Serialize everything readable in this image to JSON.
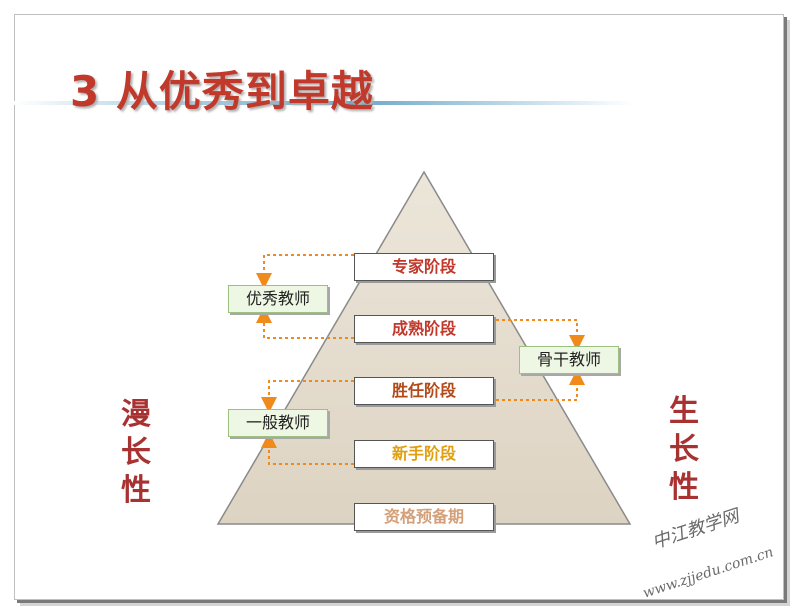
{
  "title": "3 从优秀到卓越",
  "stages": [
    {
      "label": "专家阶段",
      "color": "#c0392b"
    },
    {
      "label": "成熟阶段",
      "color": "#c0392b"
    },
    {
      "label": "胜任阶段",
      "color": "#b34a1a"
    },
    {
      "label": "新手阶段",
      "color": "#e0a010"
    },
    {
      "label": "资格预备期",
      "color": "#d4a07a"
    }
  ],
  "teachers": {
    "excellent": "优秀教师",
    "backbone": "骨干教师",
    "general": "一般教师"
  },
  "left_side": [
    "漫",
    "长",
    "性"
  ],
  "right_side": [
    "生",
    "长",
    "性"
  ],
  "watermark": {
    "line1": "中江教学网",
    "line2": "www.zjjedu.com.cn"
  },
  "colors": {
    "accent_red": "#c0392b",
    "arrow_orange": "#f08a1a",
    "pyramid_fill": "#e5ddcf"
  }
}
